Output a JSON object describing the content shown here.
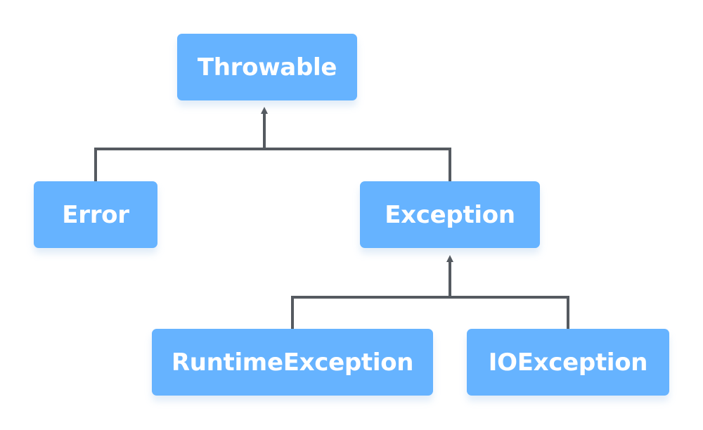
{
  "diagram": {
    "nodes": {
      "throwable": "Throwable",
      "error": "Error",
      "exception": "Exception",
      "runtime_exception": "RuntimeException",
      "io_exception": "IOException"
    },
    "colors": {
      "node_fill": "#66b3ff",
      "node_text": "#ffffff",
      "connector": "#555a60"
    }
  }
}
